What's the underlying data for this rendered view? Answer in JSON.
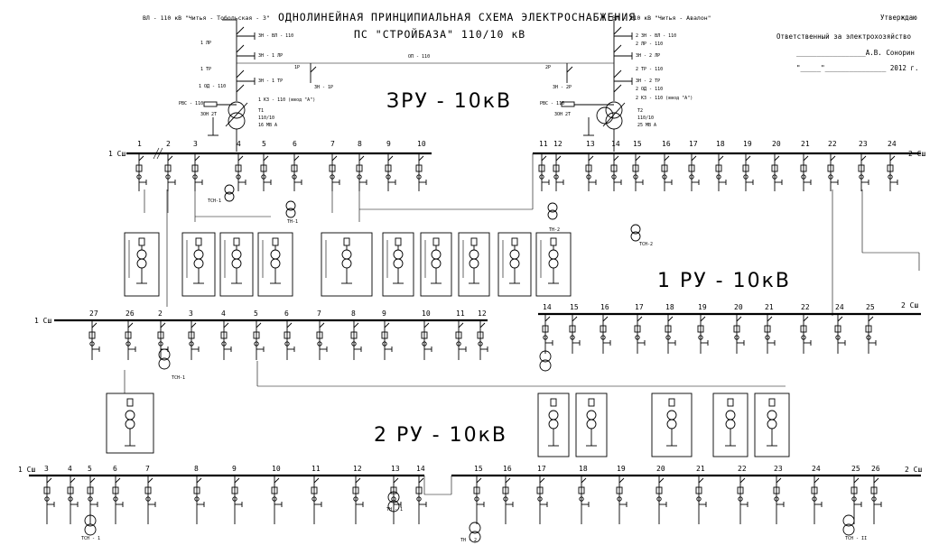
{
  "title": {
    "line1": "ОДНОЛИНЕЙНАЯ ПРИНЦИПИАЛЬНАЯ СХЕМА ЭЛЕКТРОСНАБЖЕНИЯ",
    "line2": "ПС  \"СТРОЙБАЗА\" 110/10 кВ"
  },
  "approval": {
    "approve": "Утверждаю",
    "responsible": "Ответственный за электрохозяйство",
    "signature": "_________________А.В. Сонорин",
    "date": "\"_____\"_______________ 2012 г."
  },
  "sections": {
    "zru": "ЗРУ  -  10кВ",
    "ru1": "1 РУ  -  10кВ",
    "ru2": "2 РУ  -  10кВ"
  },
  "hv": {
    "line_left": "ВЛ - 110 кВ \"Читья - Тобольская - 3\"",
    "line_right": "ВЛ - 110 кВ \"Читья - Авалон\"",
    "left_labels": [
      "3Н - ВЛ - 110",
      "1 ЛР",
      "3Н - 1 ЛР",
      "1 ТР",
      "3Н - 1 ТР",
      "1 ОД - 110",
      "1 КЗ - 110 (ввод \"А\")",
      "РВС - 110",
      "3ОН 2Т"
    ],
    "right_labels": [
      "2 3Н - ВЛ - 110",
      "2 ЛР - 110",
      "3Н - 2 ЛР",
      "2 ТР - 110",
      "3Н - 2 ТР",
      "2 ОД - 110",
      "2 КЗ - 110 (ввод \"А\")",
      "РВС - 110",
      "3ОН 2Т"
    ],
    "op": "ОП - 110",
    "lp1": "1Р",
    "lp2": "2Р",
    "zn_1r": "3Н - 1Р",
    "zn_2r": "3Н - 2Р",
    "t1": [
      "Т1",
      "110/10",
      "16 МВ А"
    ],
    "t2": [
      "Т2",
      "110/10",
      "25 МВ А"
    ]
  },
  "zru": {
    "sec1": "1 Сш",
    "sec2": "2 Сш",
    "cells_left": [
      "1",
      "2",
      "3",
      "4",
      "5",
      "6",
      "7",
      "8",
      "9",
      "10"
    ],
    "cells_right": [
      "11",
      "12",
      "13",
      "14",
      "15",
      "16",
      "17",
      "18",
      "19",
      "20",
      "21",
      "22",
      "23",
      "24"
    ],
    "tsn1": "ТСН-1",
    "tsn2": "ТСН-2",
    "tn1": "ТН-1",
    "tn2": "ТН-2"
  },
  "ru1": {
    "sec1": "1 Сш",
    "sec2": "2 Сш",
    "cells": [
      "27",
      "26",
      "2",
      "3",
      "4",
      "5",
      "6",
      "7",
      "8",
      "9",
      "10",
      "11",
      "12",
      "14",
      "15",
      "16",
      "17",
      "18",
      "19",
      "20",
      "21",
      "22",
      "24",
      "25"
    ],
    "tsn": "ТСН-1"
  },
  "ru2": {
    "sec1": "1 Сш",
    "sec2": "2 Сш",
    "cells": [
      "3",
      "4",
      "5",
      "6",
      "7",
      "8",
      "9",
      "10",
      "11",
      "12",
      "13",
      "14",
      "15",
      "16",
      "17",
      "18",
      "19",
      "20",
      "21",
      "22",
      "23",
      "24",
      "25",
      "26"
    ],
    "tsn1": "ТСН - 1",
    "tsn2": "ТСН - II",
    "tn1": "ТН - 1",
    "tn2": "ТН - 2"
  }
}
